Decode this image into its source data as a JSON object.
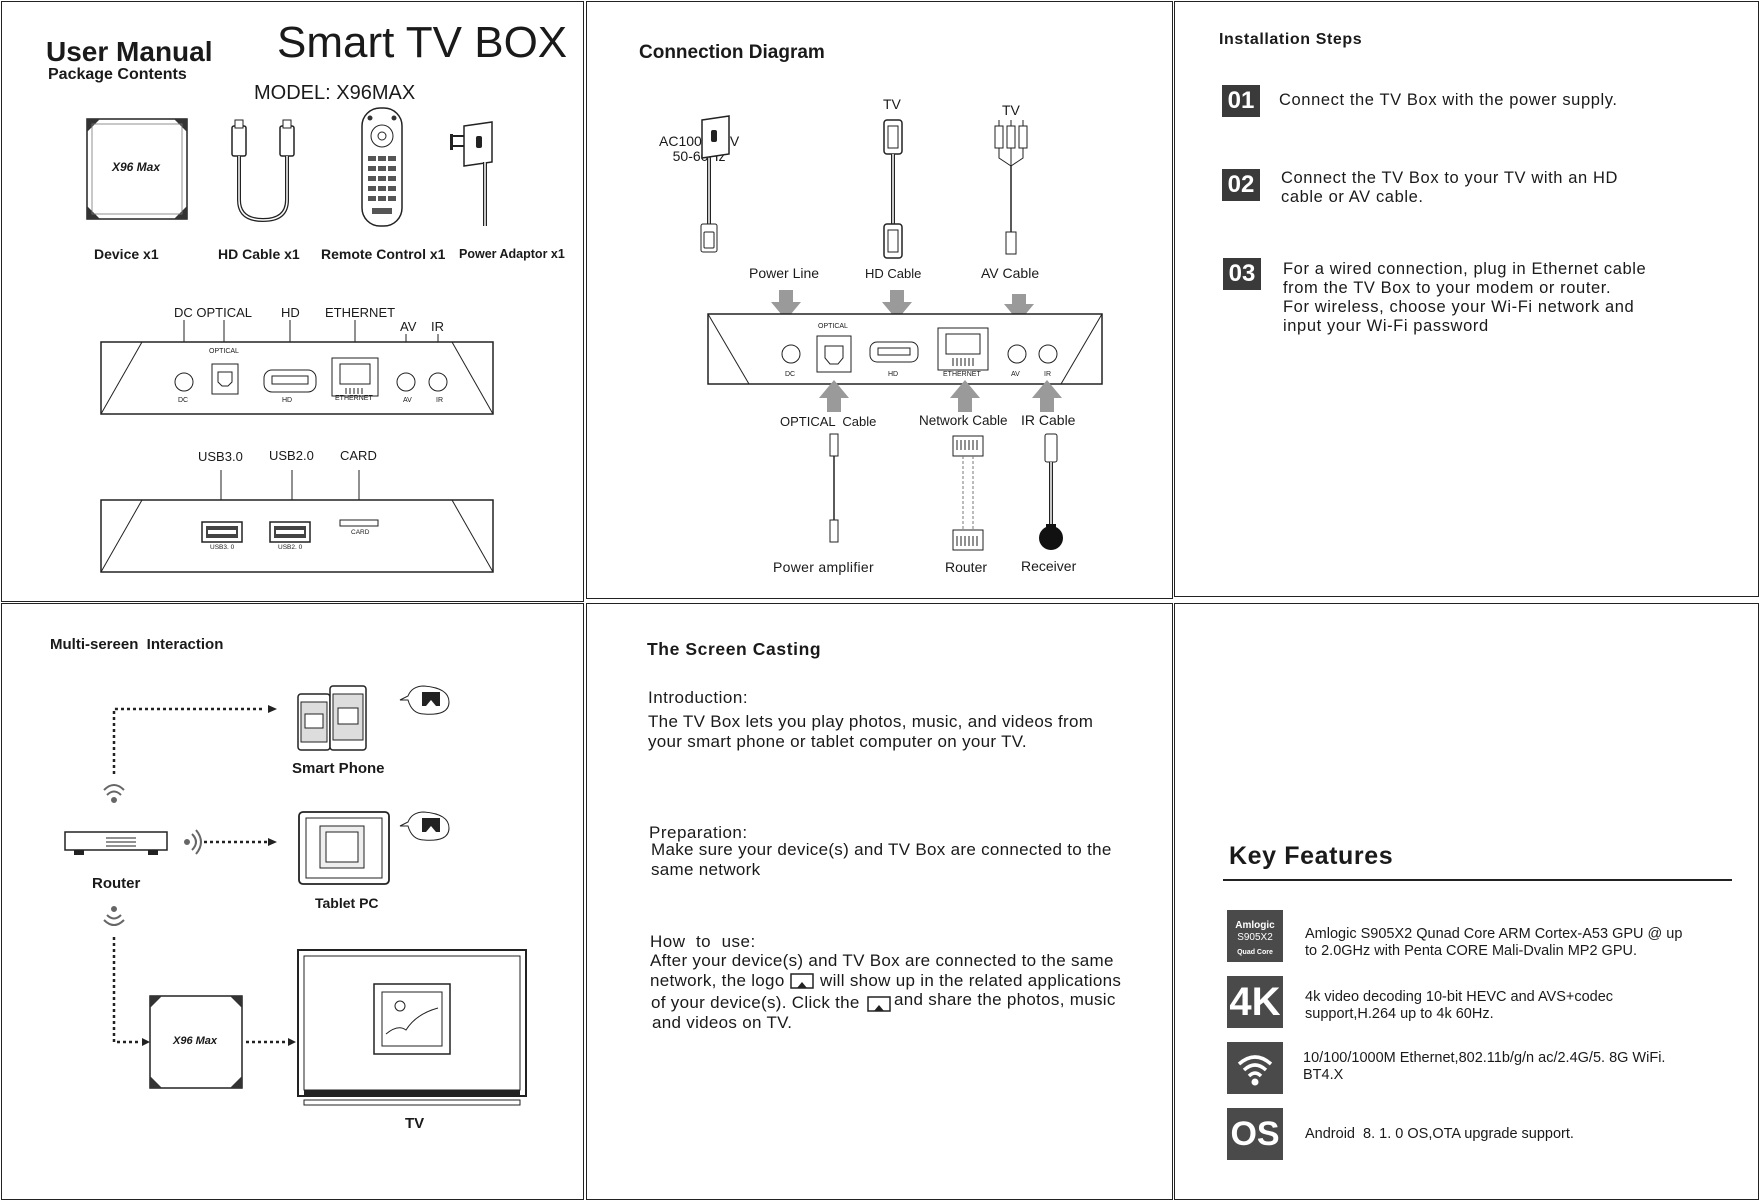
{
  "panel1": {
    "user_manual": "User Manual",
    "package_contents": "Package Contents",
    "smart_tv_box": "Smart TV BOX",
    "model": "MODEL: X96MAX",
    "device_logo": "X96 Max",
    "items": [
      "Device x1",
      "HD Cable x1",
      "Remote Control x1",
      "Power Adaptor x1"
    ],
    "rear_port_labels": [
      "DC OPTICAL",
      "HD",
      "ETHERNET",
      "AV",
      "IR"
    ],
    "rear_small_labels": [
      "OPTICAL",
      "DC",
      "HD",
      "ETHERNET",
      "AV",
      "IR"
    ],
    "side_port_labels": [
      "USB3.0",
      "USB2.0",
      "CARD"
    ],
    "side_small_labels": [
      "USB3. 0",
      "USB2. 0",
      "CARD"
    ]
  },
  "panel2": {
    "title": "Connection Diagram",
    "power_spec": "AC100-240V\n50-60Hz",
    "tv1": "TV",
    "tv2": "TV",
    "cables_top": [
      "Power Line",
      "HD Cable",
      "AV Cable"
    ],
    "box_small_labels": [
      "OPTICAL",
      "DC",
      "HD",
      "ETHERNET",
      "AV",
      "IR"
    ],
    "cables_bottom": [
      "OPTICAL  Cable",
      "Network Cable",
      "IR Cable"
    ],
    "devices_bottom": [
      "Power amplifier",
      "Router",
      "Receiver"
    ]
  },
  "panel3": {
    "title": "Installation Steps",
    "steps": [
      {
        "num": "01",
        "text": "Connect the TV Box with the power supply."
      },
      {
        "num": "02",
        "text": "Connect the TV Box to your TV with an HD\ncable or AV cable."
      },
      {
        "num": "03",
        "text": "For a wired connection, plug in Ethernet cable\nfrom the TV Box to your modem or router.\nFor wireless, choose your Wi-Fi network and\ninput your Wi-Fi password"
      }
    ]
  },
  "panel4": {
    "title": "Multi-sereen  Interaction",
    "smart_phone": "Smart Phone",
    "tablet_pc": "Tablet PC",
    "router": "Router",
    "tv": "TV",
    "device_logo": "X96 Max"
  },
  "panel5": {
    "title": "The Screen Casting",
    "intro_head": "Introduction:",
    "intro_body": "The TV Box lets you play photos, music, and videos from\nyour smart phone or tablet computer on your TV.",
    "prep_head": "Preparation:",
    "prep_body": "Make sure your device(s) and TV Box are connected to the\nsame network",
    "how_head": "How  to  use:",
    "how_line1": "After your device(s) and TV Box are connected to the same",
    "how_line2a": "network, the logo",
    "how_line2b": " will show up in the related applications",
    "how_line3a": "of your device(s). Click the",
    "how_line3b": "and share the photos, music",
    "how_line4": "and videos on TV."
  },
  "panel6": {
    "title": "Key Features",
    "features": [
      {
        "icon": "amlogic-chip-icon",
        "icon_text": "Amlogic",
        "icon_sub": "S905X2",
        "icon_sub2": "Quad Core",
        "text": "Amlogic S905X2 Qunad Core ARM Cortex-A53 GPU @ up\nto 2.0GHz with Penta CORE Mali-Dvalin MP2 GPU."
      },
      {
        "icon": "4k-icon",
        "icon_text": "4K",
        "text": "4k video decoding 10-bit HEVC and AVS+codec\nsupport,H.264 up to 4k 60Hz."
      },
      {
        "icon": "wifi-icon",
        "text": "10/100/1000M Ethernet,802.11b/g/n ac/2.4G/5. 8G WiFi.\nBT4.X"
      },
      {
        "icon": "os-icon",
        "icon_text": "OS",
        "text": "Android  8. 1. 0 OS,OTA upgrade support."
      }
    ]
  },
  "colors": {
    "ink": "#1a1a1a",
    "icon_bg": "#4a4a4a",
    "arrow_gray": "#9a9a9a"
  }
}
